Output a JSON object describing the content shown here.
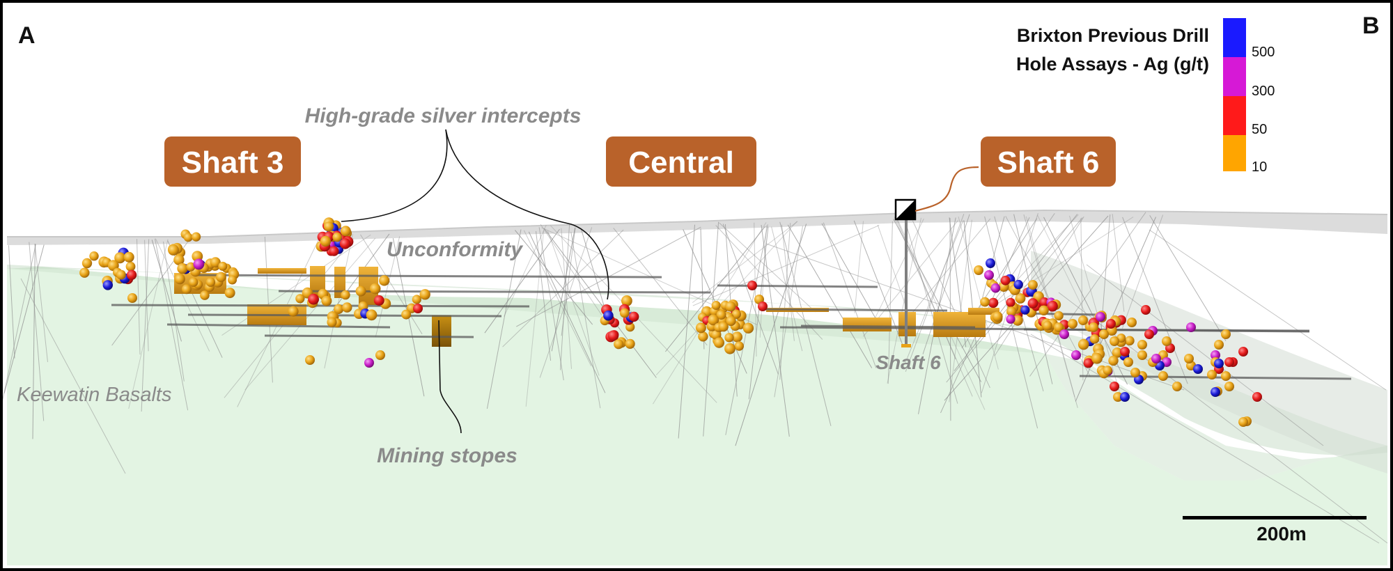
{
  "corner_labels": {
    "left": "A",
    "right": "B"
  },
  "zones": [
    {
      "label": "Shaft 3"
    },
    {
      "label": "Central"
    },
    {
      "label": "Shaft 6"
    }
  ],
  "annotations": {
    "high_grade": "High-grade silver intercepts",
    "unconformity": "Unconformity",
    "mining_stopes": "Mining stopes",
    "shaft6_depth": "Shaft 6",
    "basalts": "Keewatin Basalts"
  },
  "legend": {
    "title_line1": "Brixton Previous Drill",
    "title_line2": "Hole Assays - Ag (g/t)",
    "bins": [
      {
        "label": "500",
        "color": "#1a1aff"
      },
      {
        "label": "300",
        "color": "#d619d6"
      },
      {
        "label": "50",
        "color": "#ff1a1a"
      },
      {
        "label": "10",
        "color": "#ffa500"
      }
    ]
  },
  "scale_bar": {
    "label": "200m"
  },
  "colors": {
    "frame": "#000000",
    "callout_bg": "#b9622a",
    "basalt_fill": "#e3f4e3",
    "basalt_edge": "#c4dcc6",
    "unconformity_band": "#dcdcdc",
    "drill_trace": "#8c8c8c",
    "stope": "#d99a1e",
    "assay_low": "#e8a317",
    "assay_50": "#e61c1c",
    "assay_300": "#c81ec8",
    "assay_500": "#1c1cd8"
  }
}
